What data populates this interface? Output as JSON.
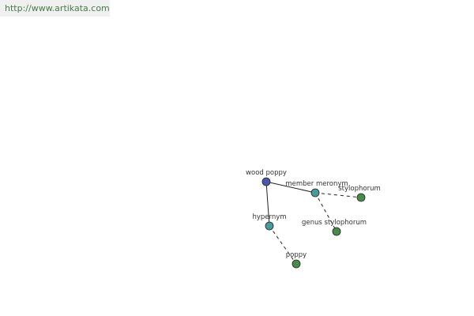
{
  "watermark": {
    "text": "http://www.artikata.com"
  },
  "colors": {
    "root_node": "#4a5aa8",
    "relation_node": "#4a9a9a",
    "leaf_node": "#4a8a4a",
    "edge": "#222222",
    "label": "#333333"
  },
  "graph": {
    "nodes": [
      {
        "id": "wood-poppy",
        "label": "wood poppy",
        "kind": "root"
      },
      {
        "id": "member-meronym",
        "label": "member meronym",
        "kind": "relation"
      },
      {
        "id": "hypernym",
        "label": "hypernym",
        "kind": "relation"
      },
      {
        "id": "stylophorum",
        "label": "stylophorum",
        "kind": "leaf"
      },
      {
        "id": "genus-stylophorum",
        "label": "genus stylophorum",
        "kind": "leaf"
      },
      {
        "id": "poppy",
        "label": "poppy",
        "kind": "leaf"
      }
    ],
    "edges": [
      {
        "from": "wood-poppy",
        "to": "member-meronym",
        "style": "solid"
      },
      {
        "from": "wood-poppy",
        "to": "hypernym",
        "style": "solid"
      },
      {
        "from": "member-meronym",
        "to": "stylophorum",
        "style": "dashed"
      },
      {
        "from": "member-meronym",
        "to": "genus-stylophorum",
        "style": "dashed"
      },
      {
        "from": "hypernym",
        "to": "poppy",
        "style": "dashed"
      }
    ]
  }
}
